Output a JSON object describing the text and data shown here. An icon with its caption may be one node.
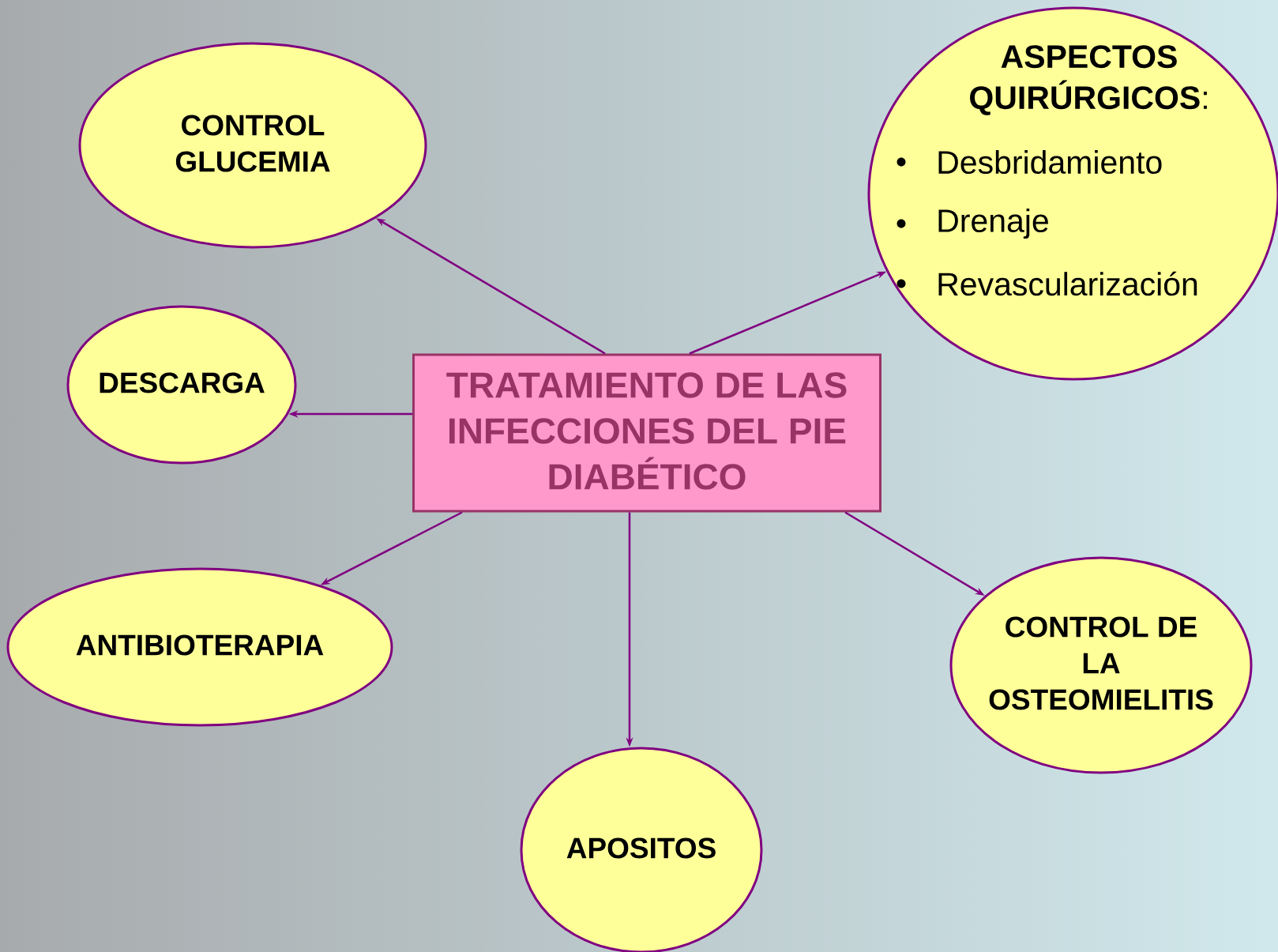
{
  "diagram": {
    "nodes": [
      {
        "text": [
          "TRATAMIENTO DE LAS INFECCIONES DEL PIE DIABÉTICO"
        ]
      },
      {
        "text": [
          "CONTROL GLUCEMIA"
        ]
      },
      {
        "text": [
          "**ASPECTOS QUIRÚRGICOS**:",
          "Desbridamiento",
          "Drenaje",
          "Revascularización"
        ]
      },
      {
        "text": [
          "DESCARGA"
        ]
      },
      {
        "text": [
          "ANTIBIOTERAPIA"
        ]
      },
      {
        "text": [
          "APOSITOS"
        ]
      },
      {
        "text": [
          "CONTROL DE LA OSTEOMIELITIS"
        ]
      }
    ],
    "edges": [
      {
        "from": 0,
        "to": 1,
        "arrow": "to"
      },
      {
        "from": 0,
        "to": 2,
        "arrow": "to"
      },
      {
        "from": 0,
        "to": 3,
        "arrow": "to"
      },
      {
        "from": 0,
        "to": 4,
        "arrow": "to"
      },
      {
        "from": 0,
        "to": 5,
        "arrow": "to"
      },
      {
        "from": 0,
        "to": 6,
        "arrow": "to"
      }
    ]
  }
}
